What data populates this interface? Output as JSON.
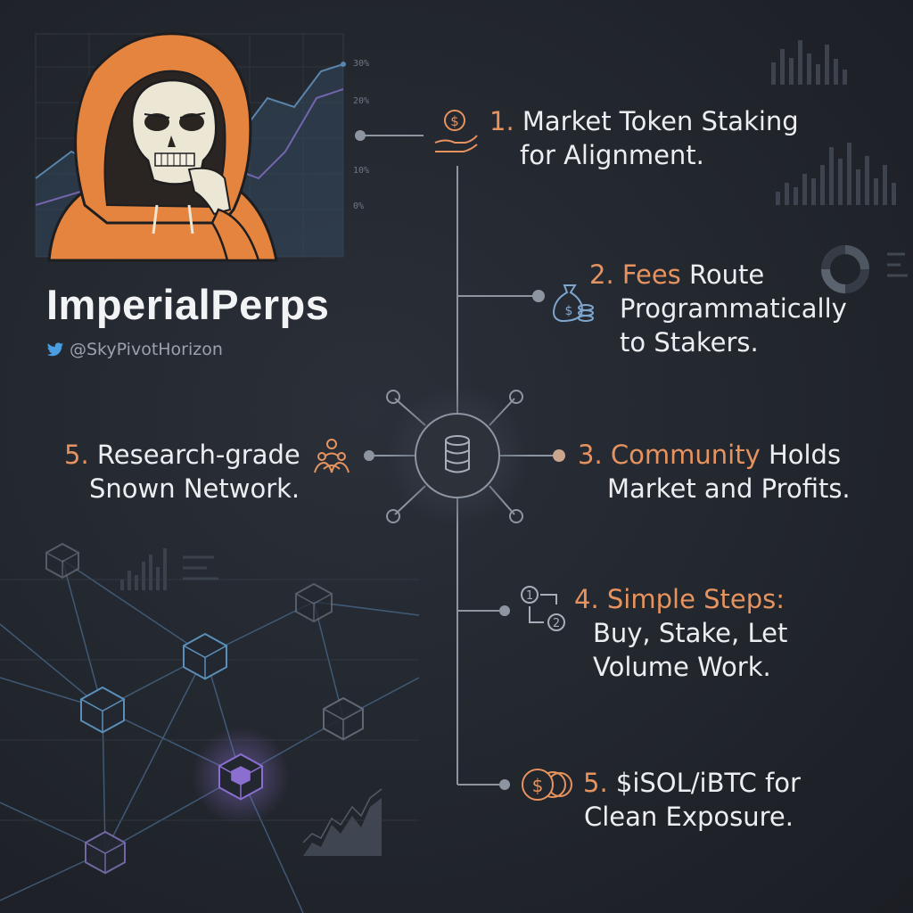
{
  "brand": {
    "name": "ImperialPerps",
    "handle": "@SkyPivotHorizon",
    "handle_icon": "twitter-bird-icon"
  },
  "chart_axis_labels": [
    "30%",
    "20%",
    "10%",
    "0%"
  ],
  "steps": [
    {
      "number": "1.",
      "lines": [
        "Market Token Staking",
        "for Alignment."
      ],
      "icon": "coin-hand-icon"
    },
    {
      "number": "2.",
      "highlight": "Fees",
      "rest": " Route",
      "lines": [
        "Programmatically",
        "to Stakers."
      ],
      "icon": "money-bag-icon"
    },
    {
      "number": "3.",
      "highlight": "Community",
      "rest": " Holds",
      "lines": [
        "Market and Profits."
      ],
      "icon": "none"
    },
    {
      "number": "4.",
      "highlight": "Simple Steps:",
      "lines": [
        "Buy, Stake, Let",
        "Volume Work."
      ],
      "icon": "steps-icon"
    },
    {
      "number": "5.",
      "lines": [
        "$iSOL/iBTC for",
        "Clean Exposure."
      ],
      "icon": "coin-stack-icon"
    },
    {
      "number": "5.",
      "lines": [
        "Research-grade",
        "Snown Network."
      ],
      "icon": "people-network-icon"
    }
  ],
  "hub": {
    "icon": "database-icon"
  },
  "colors": {
    "accent": "#e6935f",
    "line": "#8d95a1",
    "background": "#22262d",
    "text": "#eceef1",
    "network_blue": "#5b8fb9",
    "network_purple": "#8a6fd0"
  }
}
